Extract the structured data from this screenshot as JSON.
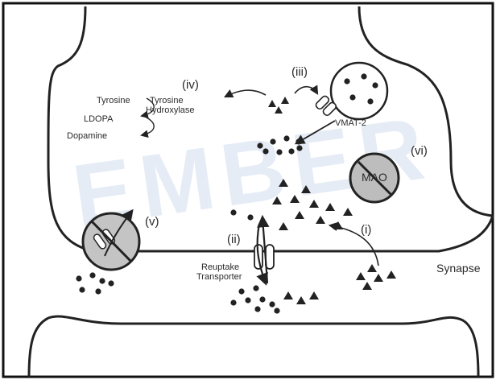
{
  "labels": {
    "iv": "(iv)",
    "iii": "(iii)",
    "vi": "(vi)",
    "v": "(v)",
    "ii": "(ii)",
    "i": "(i)",
    "tyrosine": "Tyrosine",
    "enzyme_line1": "Tyrosine",
    "enzyme_line2": "Hydroxylase",
    "ldopa": "LDOPA",
    "dopamine": "Dopamine",
    "vmat": "VMAT-2",
    "mao": "MAO",
    "reuptake_line1": "Reuptake",
    "reuptake_line2": "Transporter",
    "synapse": "Synapse"
  },
  "watermark": "EMBER",
  "colors": {
    "ink": "#2a2a2a",
    "membrane": "#222222",
    "inhibitor_fill": "#bdbdbd",
    "border": "#111111",
    "watermark": "#c8d8ea"
  },
  "icons": {
    "vesicle": "vesicle-circle-with-dots",
    "mao_inhibited": "prohibition-sign",
    "transporter_inhibited": "prohibition-sign",
    "dopamine_molecule": "triangle",
    "metabolite": "dot"
  }
}
